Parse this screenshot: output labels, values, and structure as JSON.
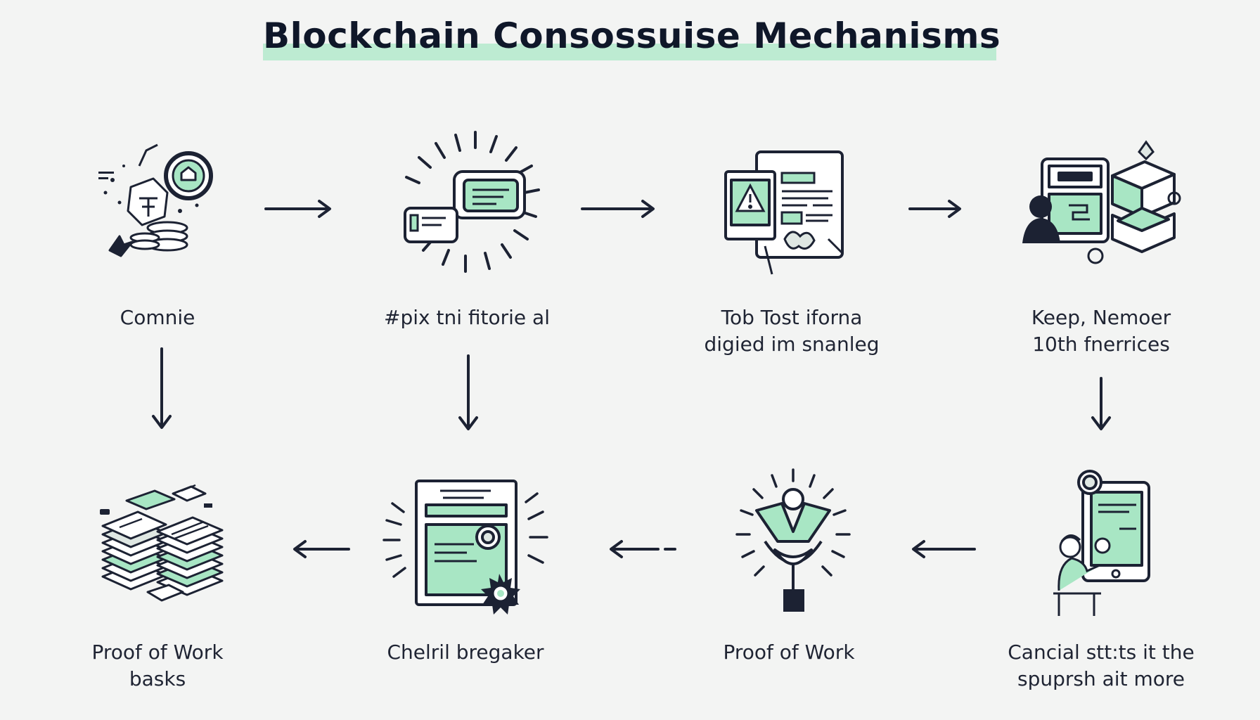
{
  "title": "Blockchain Consossuise Mechanisms",
  "colors": {
    "accent": "#a8e6c4",
    "ink": "#1c2233",
    "highlight": "#bdebd2"
  },
  "nodes": [
    {
      "id": "n1",
      "icon": "coin-stack-magnifier-icon",
      "label": [
        "Comnie"
      ]
    },
    {
      "id": "n2",
      "icon": "glowing-card-icon",
      "label": [
        "#pix tni fitorie al"
      ]
    },
    {
      "id": "n3",
      "icon": "tablet-warning-document-icon",
      "label": [
        "Tob Tost iforna",
        "digied im snanleg"
      ]
    },
    {
      "id": "n4",
      "icon": "person-server-cubes-icon",
      "label": [
        "Keep, Nemoer",
        "10th fnerrices"
      ]
    },
    {
      "id": "n5",
      "icon": "person-tablet-icon",
      "label": [
        "Cancial stt:ts it the",
        "spuрrsh ait more"
      ]
    },
    {
      "id": "n6",
      "icon": "radiant-figure-icon",
      "label": [
        "Proof of Work"
      ]
    },
    {
      "id": "n7",
      "icon": "certificate-seal-icon",
      "label": [
        "Chelril bregaker"
      ]
    },
    {
      "id": "n8",
      "icon": "block-stacks-icon",
      "label": [
        "Proof of Work",
        "basks"
      ]
    }
  ]
}
